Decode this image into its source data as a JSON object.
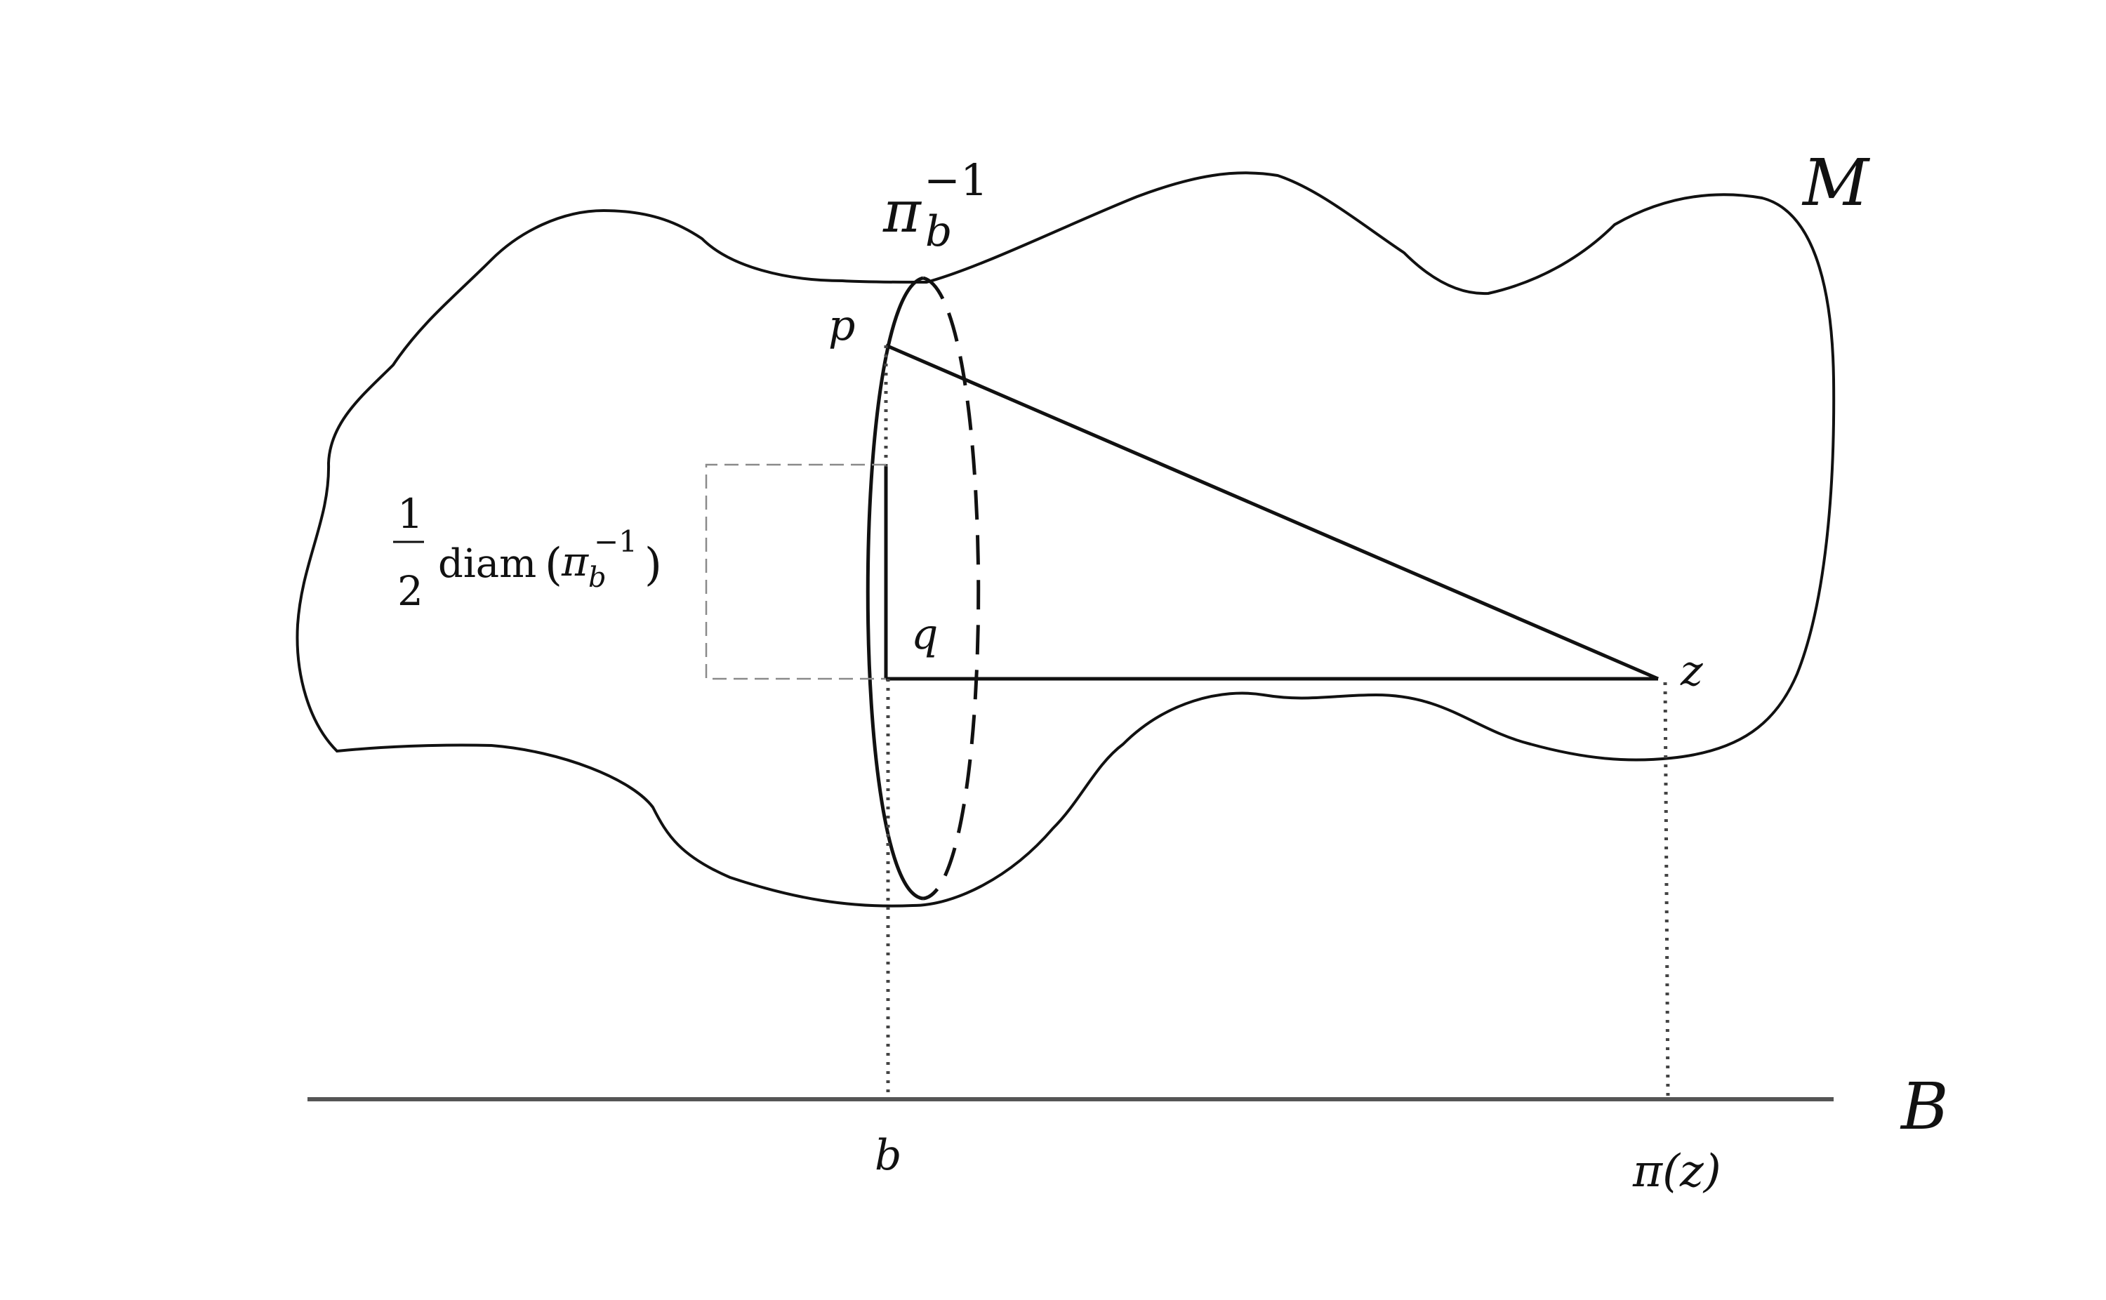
{
  "colors": {
    "stroke": "#111111",
    "dotted": "#444444",
    "dashed_box": "#8a8a8a",
    "base_line": "#555555"
  },
  "labels": {
    "M": "M",
    "B": "B",
    "p": "p",
    "q": "q",
    "z": "z",
    "b": "b",
    "pi_z": "π(z)",
    "fiber": {
      "base": "π",
      "sub": "b",
      "sup": "−1"
    },
    "half_diam": {
      "num": "1",
      "den": "2",
      "text": "diam",
      "open": "(",
      "pi": "π",
      "sub": "b",
      "sup": "−1",
      "close": ")"
    }
  }
}
